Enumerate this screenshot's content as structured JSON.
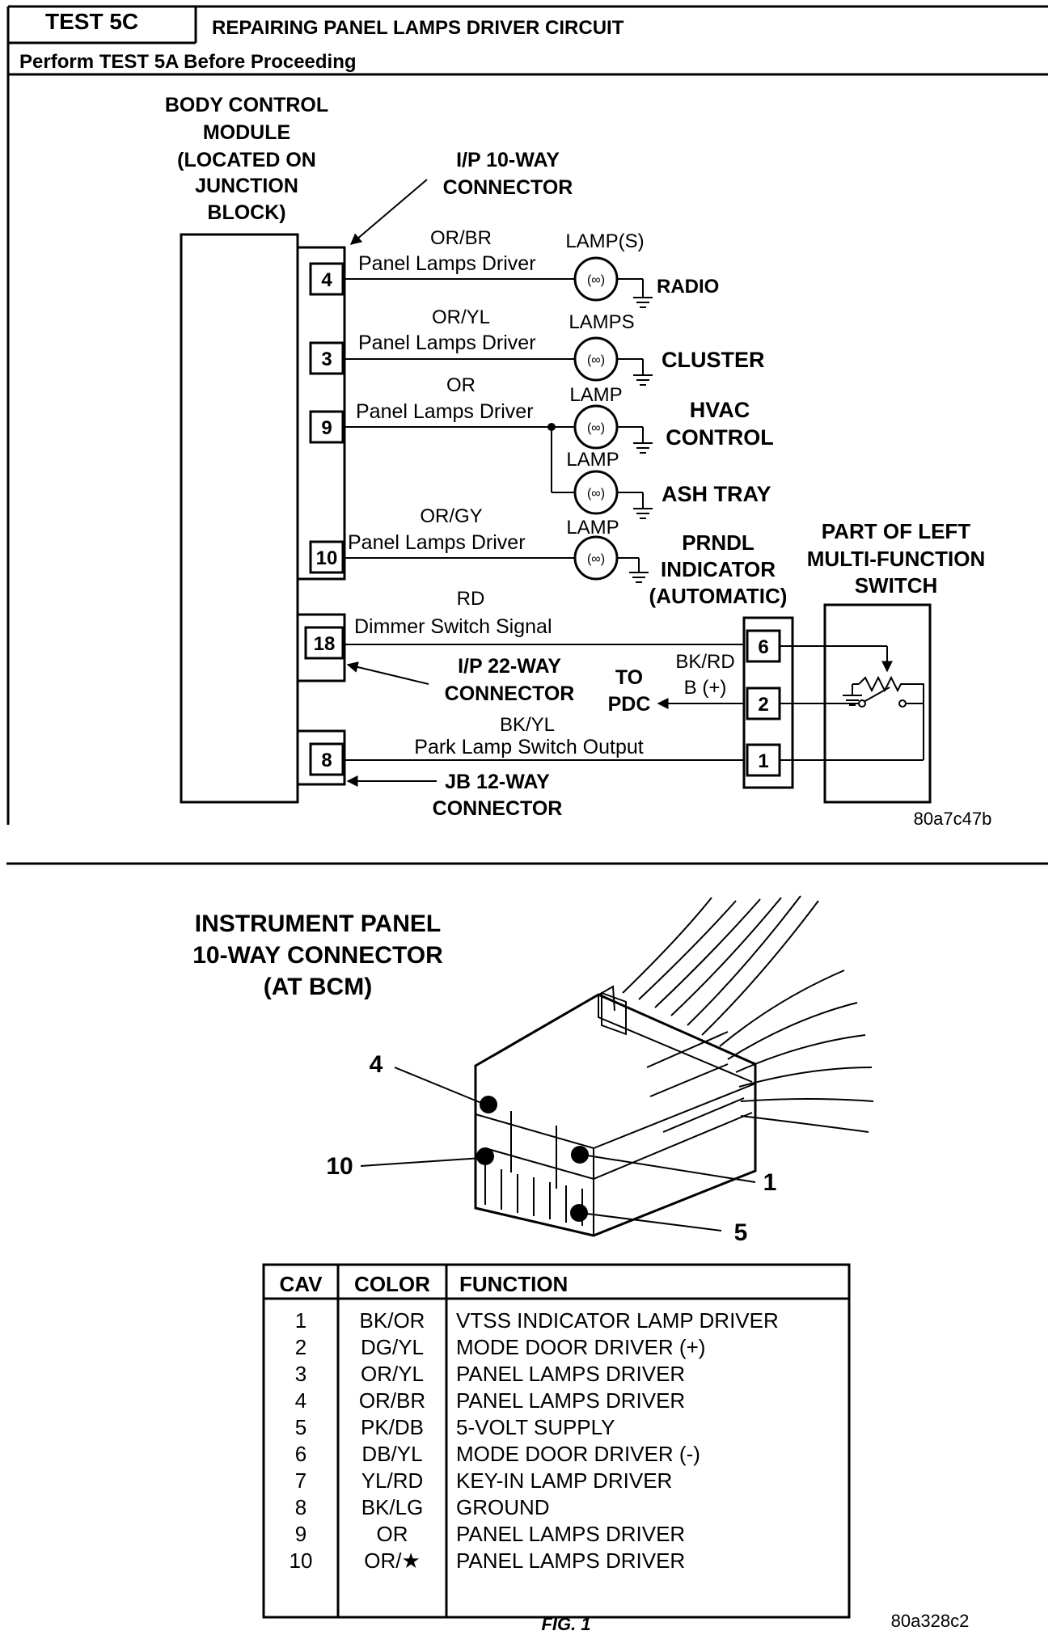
{
  "header": {
    "test_id": "TEST 5C",
    "title": "REPAIRING PANEL LAMPS DRIVER CIRCUIT",
    "prereq": "Perform TEST 5A Before Proceeding"
  },
  "schematic": {
    "bcm_label": [
      "BODY CONTROL",
      "MODULE",
      "(LOCATED ON",
      "JUNCTION",
      "BLOCK)"
    ],
    "ip10_label": [
      "I/P 10-WAY",
      "CONNECTOR"
    ],
    "pins": [
      "4",
      "3",
      "9",
      "10",
      "18",
      "8"
    ],
    "circuits": [
      {
        "color": "OR/BR",
        "name": "Panel Lamps Driver",
        "lamp": "LAMP(S)",
        "target": "RADIO"
      },
      {
        "color": "OR/YL",
        "name": "Panel Lamps Driver",
        "lamp": "LAMPS",
        "target": "CLUSTER"
      },
      {
        "color": "OR",
        "name": "Panel Lamps Driver",
        "lamp": "LAMP",
        "target_line1": "HVAC",
        "target_line2": "CONTROL"
      },
      {
        "lamp": "LAMP",
        "target": "ASH TRAY"
      },
      {
        "color": "OR/GY",
        "name": "Panel Lamps Driver",
        "lamp": "LAMP",
        "target_line1": "PRNDL",
        "target_line2": "INDICATOR",
        "target_line3": "(AUTOMATIC)"
      }
    ],
    "dimmer": {
      "color": "RD",
      "name": "Dimmer Switch Signal"
    },
    "ip22_label": [
      "I/P 22-WAY",
      "CONNECTOR"
    ],
    "bk_rd": "BK/RD",
    "b_plus": "B (+)",
    "to_pdc": [
      "TO",
      "PDC"
    ],
    "park": {
      "color": "BK/YL",
      "name": "Park Lamp Switch Output"
    },
    "jb12_label": [
      "JB 12-WAY",
      "CONNECTOR"
    ],
    "switch_pins": [
      "6",
      "2",
      "1"
    ],
    "switch_label": [
      "PART OF LEFT",
      "MULTI-FUNCTION",
      "SWITCH"
    ],
    "figure_code": "80a7c47b"
  },
  "connector": {
    "title": [
      "INSTRUMENT PANEL",
      "10-WAY CONNECTOR",
      "(AT BCM)"
    ],
    "callouts": [
      "4",
      "10",
      "1",
      "5"
    ],
    "figure_code": "80a328c2"
  },
  "pin_table": {
    "headers": [
      "CAV",
      "COLOR",
      "FUNCTION"
    ],
    "rows": [
      [
        "1",
        "BK/OR",
        "VTSS INDICATOR LAMP DRIVER"
      ],
      [
        "2",
        "DG/YL",
        "MODE DOOR DRIVER (+)"
      ],
      [
        "3",
        "OR/YL",
        "PANEL LAMPS DRIVER"
      ],
      [
        "4",
        "OR/BR",
        "PANEL LAMPS DRIVER"
      ],
      [
        "5",
        "PK/DB",
        "5-VOLT SUPPLY"
      ],
      [
        "6",
        "DB/YL",
        "MODE DOOR DRIVER (-)"
      ],
      [
        "7",
        "YL/RD",
        "KEY-IN LAMP DRIVER"
      ],
      [
        "8",
        "BK/LG",
        "GROUND"
      ],
      [
        "9",
        "OR",
        "PANEL LAMPS DRIVER"
      ],
      [
        "10",
        "OR/★",
        "PANEL LAMPS DRIVER"
      ]
    ]
  },
  "fig_label": "FIG. 1"
}
